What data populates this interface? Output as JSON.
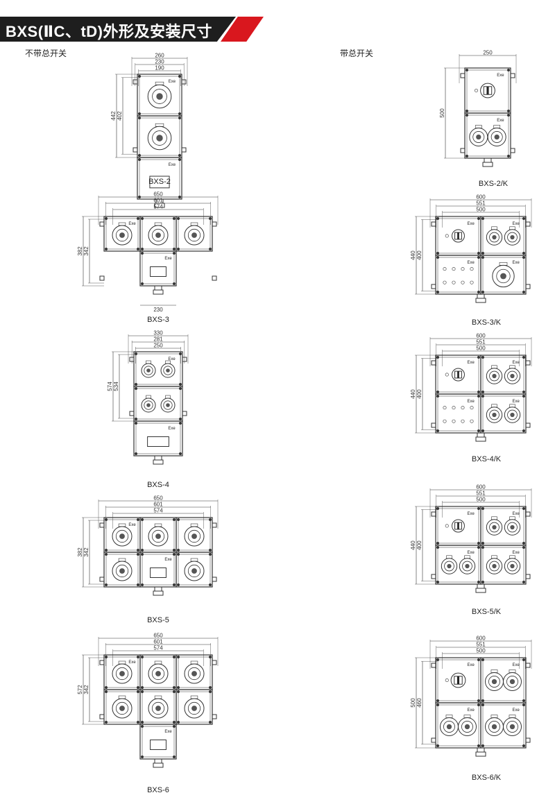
{
  "header": {
    "title": "BXS(ⅡC、tD)外形及安装尺寸"
  },
  "columns": {
    "left": "不带总开关",
    "right": "带总开关"
  },
  "exe_label": "Exe",
  "colors": {
    "header_bg": "#1e1e1e",
    "accent": "#d9171e",
    "line": "#333333"
  },
  "left_drawings": [
    {
      "model": "BXS-2",
      "dims_top": [
        "260",
        "230",
        "190"
      ],
      "dims_left": [
        "442",
        "402"
      ],
      "dim_bottom": ""
    },
    {
      "model": "BXS-3",
      "dims_top": [
        "650",
        "601",
        "574"
      ],
      "dims_left": [
        "382",
        "342"
      ],
      "dim_bottom": "230"
    },
    {
      "model": "BXS-4",
      "dims_top": [
        "330",
        "281",
        "250"
      ],
      "dims_left": [
        "574",
        "534"
      ],
      "dim_bottom": ""
    },
    {
      "model": "BXS-5",
      "dims_top": [
        "650",
        "601",
        "574"
      ],
      "dims_left": [
        "382",
        "342"
      ],
      "dim_bottom": ""
    },
    {
      "model": "BXS-6",
      "dims_top": [
        "650",
        "601",
        "574"
      ],
      "dims_left": [
        "572",
        "342"
      ],
      "dim_bottom": ""
    }
  ],
  "right_drawings": [
    {
      "model": "BXS-2/K",
      "dims_top": [
        "250"
      ],
      "dims_left": [
        "500"
      ]
    },
    {
      "model": "BXS-3/K",
      "dims_top": [
        "600",
        "551",
        "500"
      ],
      "dims_left": [
        "440",
        "400"
      ]
    },
    {
      "model": "BXS-4/K",
      "dims_top": [
        "600",
        "551",
        "500"
      ],
      "dims_left": [
        "440",
        "400"
      ]
    },
    {
      "model": "BXS-5/K",
      "dims_top": [
        "600",
        "551",
        "500"
      ],
      "dims_left": [
        "440",
        "400"
      ]
    },
    {
      "model": "BXS-6/K",
      "dims_top": [
        "600",
        "551",
        "500"
      ],
      "dims_left": [
        "500",
        "460"
      ]
    }
  ]
}
